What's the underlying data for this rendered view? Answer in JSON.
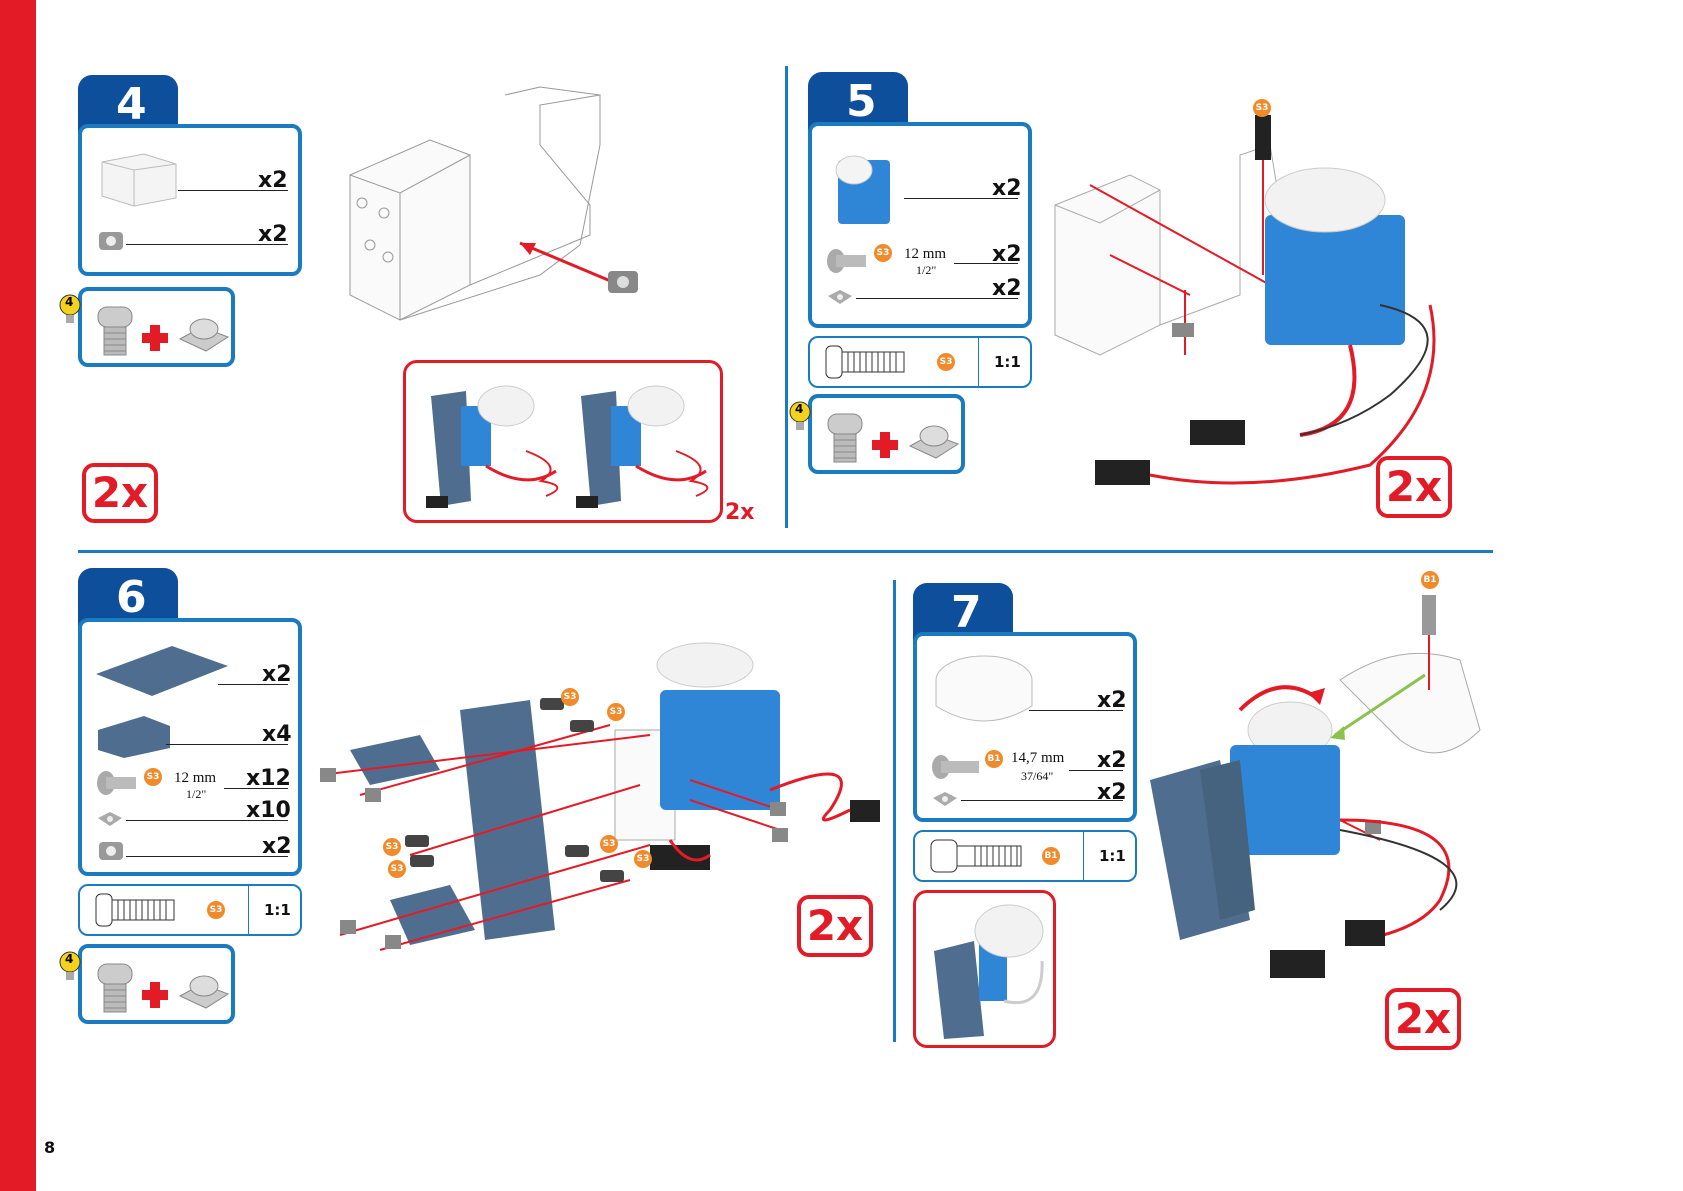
{
  "page": {
    "number": "8"
  },
  "steps": {
    "s4": {
      "num": "4",
      "parts": [
        {
          "qty": "x2"
        },
        {
          "qty": "x2"
        }
      ],
      "tip_num": "4",
      "multiplier": "2x",
      "inset_multiplier": "2x"
    },
    "s5": {
      "num": "5",
      "parts": [
        {
          "qty": "x2"
        },
        {
          "qty": "x2",
          "badge": "S3",
          "length": "12 mm",
          "inch": "1/2\""
        },
        {
          "qty": "x2"
        }
      ],
      "scale_badge": "S3",
      "scale": "1:1",
      "tip_num": "4",
      "callout_badge": "S3",
      "multiplier": "2x"
    },
    "s6": {
      "num": "6",
      "parts": [
        {
          "qty": "x2"
        },
        {
          "qty": "x4"
        },
        {
          "qty": "x12",
          "badge": "S3",
          "length": "12 mm",
          "inch": "1/2\""
        },
        {
          "qty": "x10"
        },
        {
          "qty": "x2"
        }
      ],
      "scale_badge": "S3",
      "scale": "1:1",
      "tip_num": "4",
      "callout_badges": [
        "S3",
        "S3",
        "S3",
        "S3",
        "S3",
        "S3"
      ],
      "multiplier": "2x"
    },
    "s7": {
      "num": "7",
      "parts": [
        {
          "qty": "x2"
        },
        {
          "qty": "x2",
          "badge": "B1",
          "length": "14,7 mm",
          "inch": "37/64\""
        },
        {
          "qty": "x2"
        }
      ],
      "scale_badge": "B1",
      "scale": "1:1",
      "callout_badge": "B1",
      "multiplier": "2x"
    }
  },
  "colors": {
    "red": "#e21b26",
    "blue": "#1b7bc0",
    "navy": "#0d4f9a",
    "servo": "#2f86d6",
    "bracket": "#4f6e8f",
    "badge": "#f08a2a"
  }
}
